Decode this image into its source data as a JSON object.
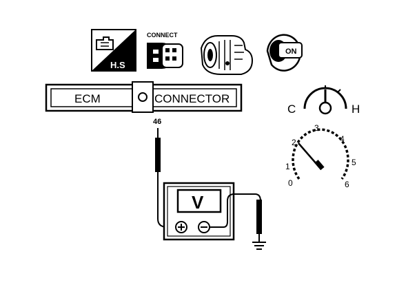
{
  "icons": {
    "hs_badge": "H.S",
    "connect_label": "CONNECT",
    "key_label": "ON"
  },
  "ecm_connector": {
    "left_label": "ECM",
    "right_label": "CONNECTOR",
    "pin_label": "46"
  },
  "voltmeter": {
    "display_label": "V",
    "plus_symbol": "⊕",
    "minus_symbol": "⊖"
  },
  "temp_gauge": {
    "cold_label": "C",
    "hot_label": "H"
  },
  "tachometer": {
    "scale": [
      "0",
      "1",
      "2",
      "3",
      "4",
      "5",
      "6"
    ]
  }
}
